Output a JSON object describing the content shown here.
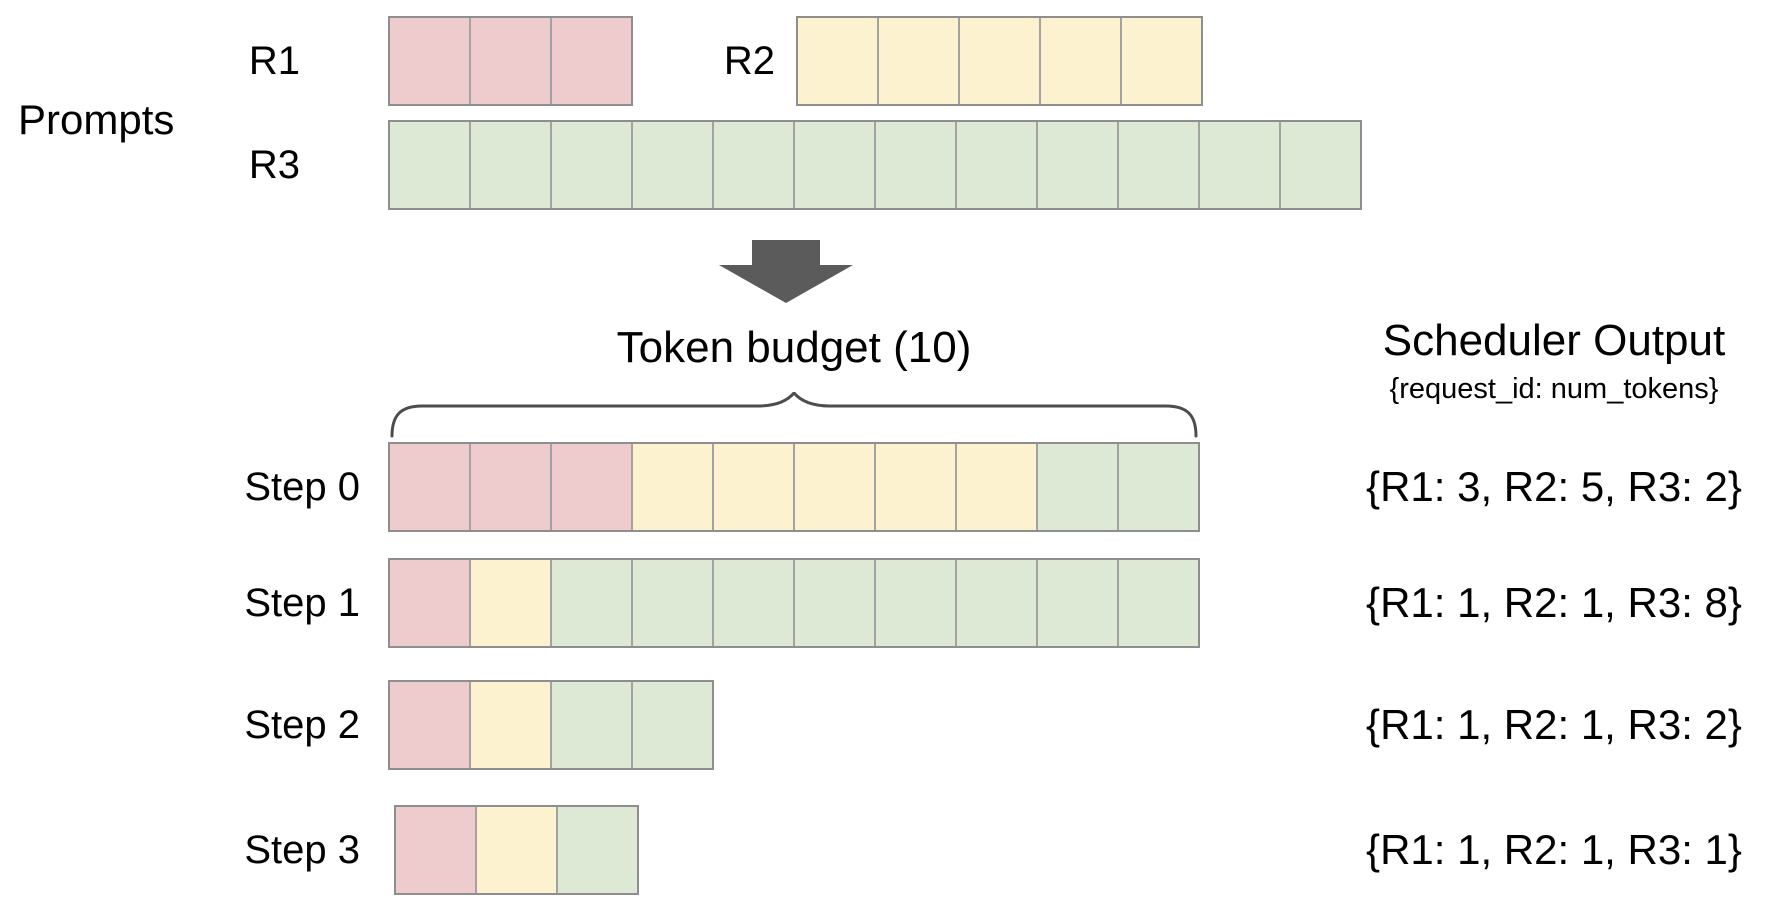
{
  "prompts": {
    "section_label": "Prompts",
    "rows": [
      {
        "requests": [
          {
            "id": "R1",
            "tokens": 3
          },
          {
            "id": "R2",
            "tokens": 5
          }
        ]
      },
      {
        "requests": [
          {
            "id": "R3",
            "tokens": 12
          }
        ]
      }
    ]
  },
  "token_budget": {
    "label": "Token budget (10)",
    "value": 10
  },
  "scheduler_output": {
    "title": "Scheduler Output",
    "subtitle": "{request_id: num_tokens}"
  },
  "steps": [
    {
      "label": "Step 0",
      "segments": [
        {
          "id": "R1",
          "tokens": 3
        },
        {
          "id": "R2",
          "tokens": 5
        },
        {
          "id": "R3",
          "tokens": 2
        }
      ],
      "output": "{R1: 3, R2: 5, R3: 2}"
    },
    {
      "label": "Step 1",
      "segments": [
        {
          "id": "R1",
          "tokens": 1
        },
        {
          "id": "R2",
          "tokens": 1
        },
        {
          "id": "R3",
          "tokens": 8
        }
      ],
      "output": "{R1: 1, R2: 1, R3: 8}"
    },
    {
      "label": "Step 2",
      "segments": [
        {
          "id": "R1",
          "tokens": 1
        },
        {
          "id": "R2",
          "tokens": 1
        },
        {
          "id": "R3",
          "tokens": 2
        }
      ],
      "output": "{R1: 1, R2: 1, R3: 2}"
    },
    {
      "label": "Step 3",
      "segments": [
        {
          "id": "R1",
          "tokens": 1
        },
        {
          "id": "R2",
          "tokens": 1
        },
        {
          "id": "R3",
          "tokens": 1
        }
      ],
      "output": "{R1: 1, R2: 1, R3: 1}"
    }
  ],
  "icons": {
    "down_arrow": "down-arrow-icon",
    "brace": "curly-brace"
  },
  "colors": {
    "request_fill": {
      "R1": "#eeccce",
      "R2": "#fdf2cf",
      "R3": "#dde8d5"
    },
    "cell_border_inner": "#a2a2a2",
    "cell_border_outer": "#8e8e8e",
    "arrow": "#5b5b5b",
    "brace": "#4d4d4d",
    "text": "#000000"
  }
}
